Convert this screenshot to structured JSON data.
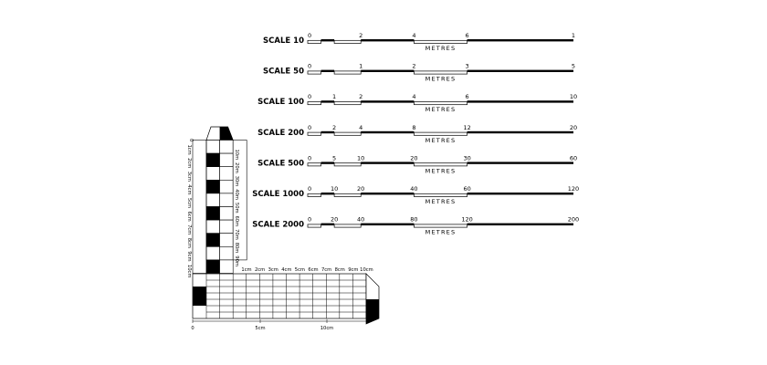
{
  "scales": [
    {
      "label": "SCALE 10",
      "ticks": [
        "0",
        "2",
        "4",
        "6",
        "1"
      ],
      "unit": "METRES"
    },
    {
      "label": "SCALE 50",
      "ticks": [
        "0",
        "1",
        "2",
        "3",
        "5"
      ],
      "unit": "METRES"
    },
    {
      "label": "SCALE 100",
      "ticks": [
        "0",
        "1",
        "2",
        "4",
        "6",
        "10"
      ],
      "unit": "METRES"
    },
    {
      "label": "SCALE 200",
      "ticks": [
        "0",
        "2",
        "4",
        "8",
        "12",
        "20"
      ],
      "unit": "METRES"
    },
    {
      "label": "SCALE 500",
      "ticks": [
        "0",
        "5",
        "10",
        "20",
        "30",
        "60"
      ],
      "unit": "METRES"
    },
    {
      "label": "SCALE 1000",
      "ticks": [
        "0",
        "10",
        "20",
        "40",
        "60",
        "120"
      ],
      "unit": "METRES"
    },
    {
      "label": "SCALE 2000",
      "ticks": [
        "0",
        "20",
        "40",
        "80",
        "120",
        "200"
      ],
      "unit": "METRES"
    }
  ],
  "vertical_ruler": {
    "top_label": "0",
    "left_labels": [
      "1cm",
      "2cm",
      "3cm",
      "4cm",
      "5cm",
      "6cm",
      "7cm",
      "8cm",
      "9cm",
      "10cm"
    ],
    "right_labels": [
      "10m",
      "20m",
      "30m",
      "40m",
      "50m",
      "60m",
      "70m",
      "80m",
      "90m"
    ]
  },
  "horizontal_ruler": {
    "top_labels": [
      "1cm",
      "2cm",
      "3cm",
      "4cm",
      "5cm",
      "6cm",
      "7cm",
      "8cm",
      "9cm",
      "10cm"
    ],
    "bottom_labels": [
      "0",
      "5cm",
      "10cm"
    ]
  }
}
